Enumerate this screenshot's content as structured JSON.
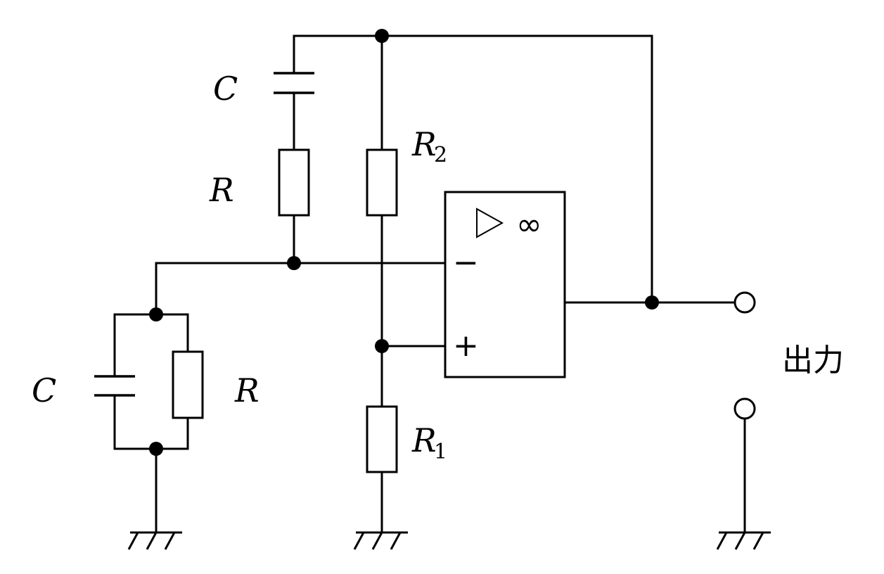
{
  "labels": {
    "cap_top": "C",
    "res_top": "R",
    "res_r2": "R",
    "res_r2_sub": "2",
    "cap_bottom": "C",
    "res_bottom": "R",
    "res_r1": "R",
    "res_r1_sub": "1",
    "opamp_infinity": "∞",
    "opamp_minus": "−",
    "opamp_plus": "+",
    "output": "出力"
  }
}
